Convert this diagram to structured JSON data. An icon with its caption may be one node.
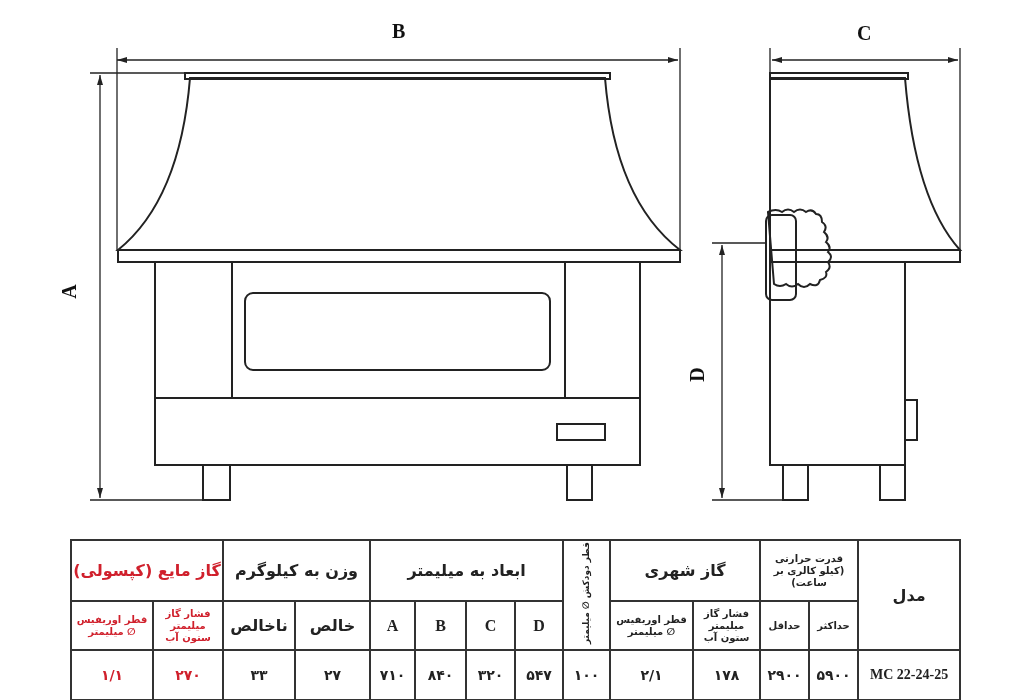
{
  "diagram": {
    "labels": [
      "B",
      "C",
      "A",
      "D",
      "مدل",
      "قدرت حرارتی (کیلو کالری بر ساعت)",
      "گاز شهری",
      "قطر دودکش ∅ میلیمتر",
      "ابعاد به میلیمتر",
      "وزن به کیلوگرم",
      "گاز مایع (کپسولی)",
      "حداکثر",
      "حداقل",
      "فشار گاز میلیمتر ستون آب",
      "قطر اوریفیس ∅ میلیمتر",
      "D",
      "C",
      "B",
      "A",
      "خالص",
      "ناخالص",
      "فشار گاز میلیمتر ستون آب",
      "قطر اوریفیس ∅ میلیمتر",
      "MC 22-24-25",
      "۵۹۰۰",
      "۲۹۰۰",
      "۱۷۸",
      "۲/۱",
      "۱۰۰",
      "۵۴۷",
      "۳۲۰",
      "۸۴۰",
      "۷۱۰",
      "۲۷",
      "۳۳",
      "۲۷۰",
      "۱/۱"
    ]
  }
}
